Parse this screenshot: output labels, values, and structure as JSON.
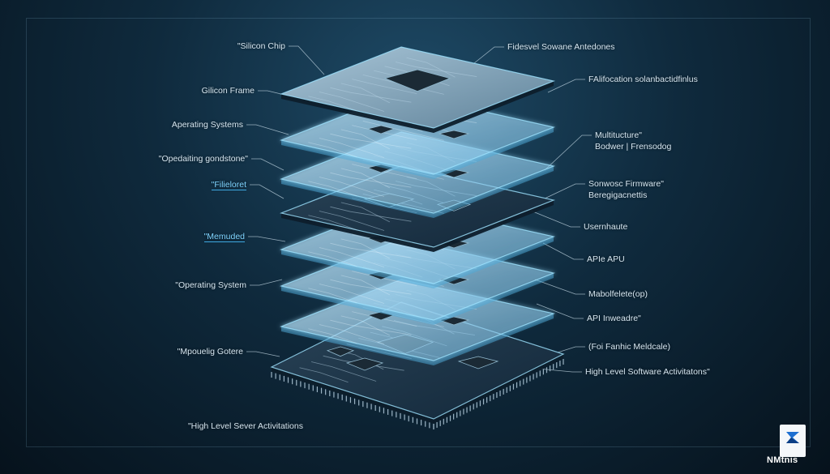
{
  "left_labels": [
    {
      "id": "silicon-chip",
      "text": "\"Silicon Chip",
      "highlight": false
    },
    {
      "id": "silicon-frame",
      "text": "Gilicon Frame",
      "highlight": false
    },
    {
      "id": "operating-systems",
      "text": "Aperating Systems",
      "highlight": false
    },
    {
      "id": "operating-gondstone",
      "text": "\"Opedaiting gondstone\"",
      "highlight": false
    },
    {
      "id": "filieloret",
      "text": "\"Filieloret",
      "highlight": true
    },
    {
      "id": "memuded",
      "text": "\"Memuded",
      "highlight": true
    },
    {
      "id": "operating-system",
      "text": "\"Operating System",
      "highlight": false
    },
    {
      "id": "mpouelig-gotere",
      "text": "\"Mpouelig Gotere",
      "highlight": false
    },
    {
      "id": "high-level-sever",
      "text": "\"High Level Sever Activitations",
      "highlight": false
    }
  ],
  "right_labels": [
    {
      "id": "fidesvel-software",
      "text": "Fidesvel Sowane Antedones"
    },
    {
      "id": "falifocation",
      "text": "FAlifocation solanbactidfinlus"
    },
    {
      "id": "multitucture",
      "text": "Multitucture\"\nBodwer | Frensodog"
    },
    {
      "id": "sonwosc-firmware",
      "text": "Sonwosc Firmware\"\nBeregigacnettis"
    },
    {
      "id": "usernhaute",
      "text": "Usernhaute"
    },
    {
      "id": "apie-apu",
      "text": "APIe APU"
    },
    {
      "id": "mabolfelete",
      "text": "Mabolfelete(op)"
    },
    {
      "id": "api-inweadre",
      "text": "API Inweadre\""
    },
    {
      "id": "foi-fanhic",
      "text": "(Foi Fanhic Meldcale)"
    },
    {
      "id": "high-level-software",
      "text": "High Level Software Activitatons\""
    }
  ],
  "logo": {
    "text": "NMtnis"
  },
  "colors": {
    "accent": "#7fd4ff",
    "layer_edge": "#9fe3ff",
    "board": "#1a3346"
  }
}
